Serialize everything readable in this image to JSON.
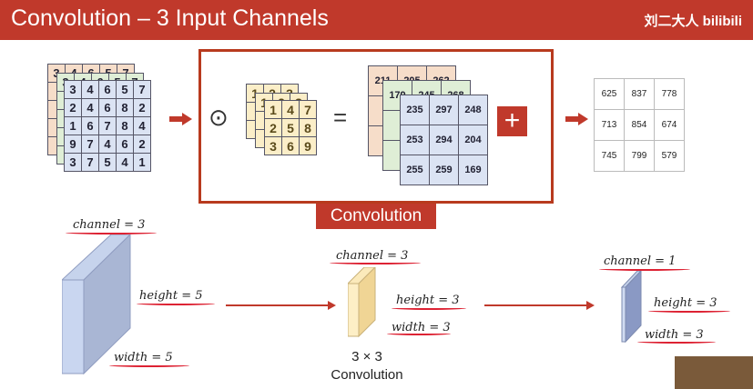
{
  "header": {
    "title": "Convolution – 3 Input Channels",
    "brand": "刘二大人 bilibili"
  },
  "input_grid": [
    [
      3,
      4,
      6,
      5,
      7
    ],
    [
      2,
      4,
      6,
      8,
      2
    ],
    [
      1,
      6,
      7,
      8,
      4
    ],
    [
      9,
      7,
      4,
      6,
      2
    ],
    [
      3,
      7,
      5,
      4,
      1
    ]
  ],
  "input_back1_top": [
    "3",
    "4",
    "6",
    "5",
    "7"
  ],
  "kernel": [
    [
      1,
      4,
      7
    ],
    [
      2,
      5,
      8
    ],
    [
      3,
      6,
      9
    ]
  ],
  "kernel_back": [
    "1",
    "2",
    "3"
  ],
  "fm_front": [
    [
      235,
      297,
      248
    ],
    [
      253,
      294,
      204
    ],
    [
      255,
      259,
      169
    ]
  ],
  "fm_mid": [
    "179",
    "245",
    "268"
  ],
  "fm_back": [
    "211",
    "205",
    "262"
  ],
  "output": [
    [
      625,
      837,
      778
    ],
    [
      713,
      854,
      674
    ],
    [
      745,
      799,
      579
    ]
  ],
  "symbols": {
    "odot": "⊙",
    "equals": "=",
    "plus": "+"
  },
  "conv_label": "Convolution",
  "labels": {
    "ch3a": "channel = 3",
    "h5": "height = 5",
    "w5": "width = 5",
    "ch3b": "channel = 3",
    "h3a": "height = 3",
    "w3a": "width = 3",
    "ch1": "channel = 1",
    "h3b": "height = 3",
    "w3b": "width = 3",
    "kcap1": "3 × 3",
    "kcap2": "Convolution"
  },
  "colors": {
    "accent": "#c0392b",
    "input_front": "#dbe3f3",
    "input_mid": "#dfeed6",
    "input_back": "#f6ddc9",
    "kernel": "#fbeec8"
  }
}
